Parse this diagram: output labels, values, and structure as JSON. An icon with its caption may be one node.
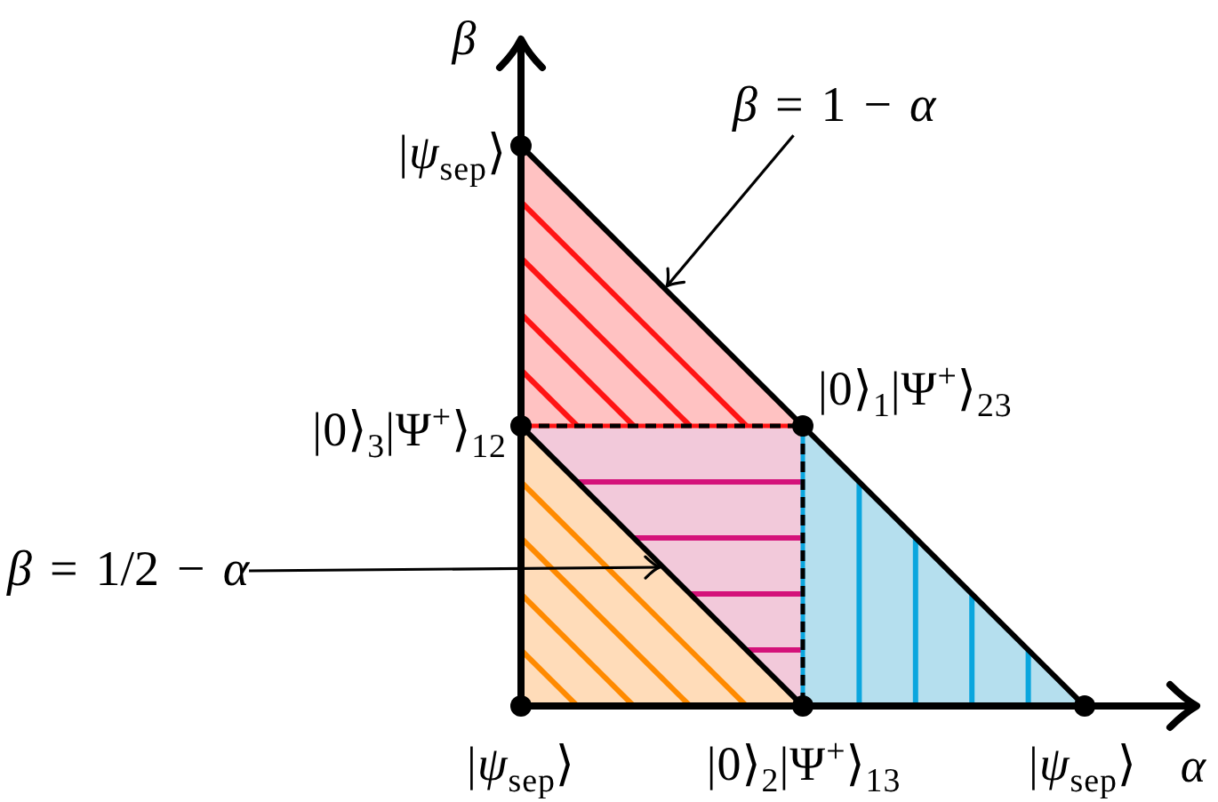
{
  "diagram": {
    "nodes": [
      {
        "text": [
          "*β* = 1 − *α*"
        ]
      },
      {
        "text": [
          "*β* = 1/2 − *α*"
        ]
      }
    ],
    "edges": [
      {
        "from": 0,
        "to": null,
        "arrow": "to"
      },
      {
        "from": 1,
        "to": null,
        "arrow": "to"
      }
    ],
    "labels": [
      "β",
      "|*ψ*$_{sep}$⟩",
      "|0⟩$_{1}$|Ψ$^{+}$⟩$_{23}$",
      "|0⟩$_{3}$|Ψ$^{+}$⟩$_{12}$",
      "|*ψ*$_{sep}$⟩",
      "|0⟩$_{2}$|Ψ$^{+}$⟩$_{13}$",
      "|*ψ*$_{sep}$⟩",
      "α"
    ]
  }
}
